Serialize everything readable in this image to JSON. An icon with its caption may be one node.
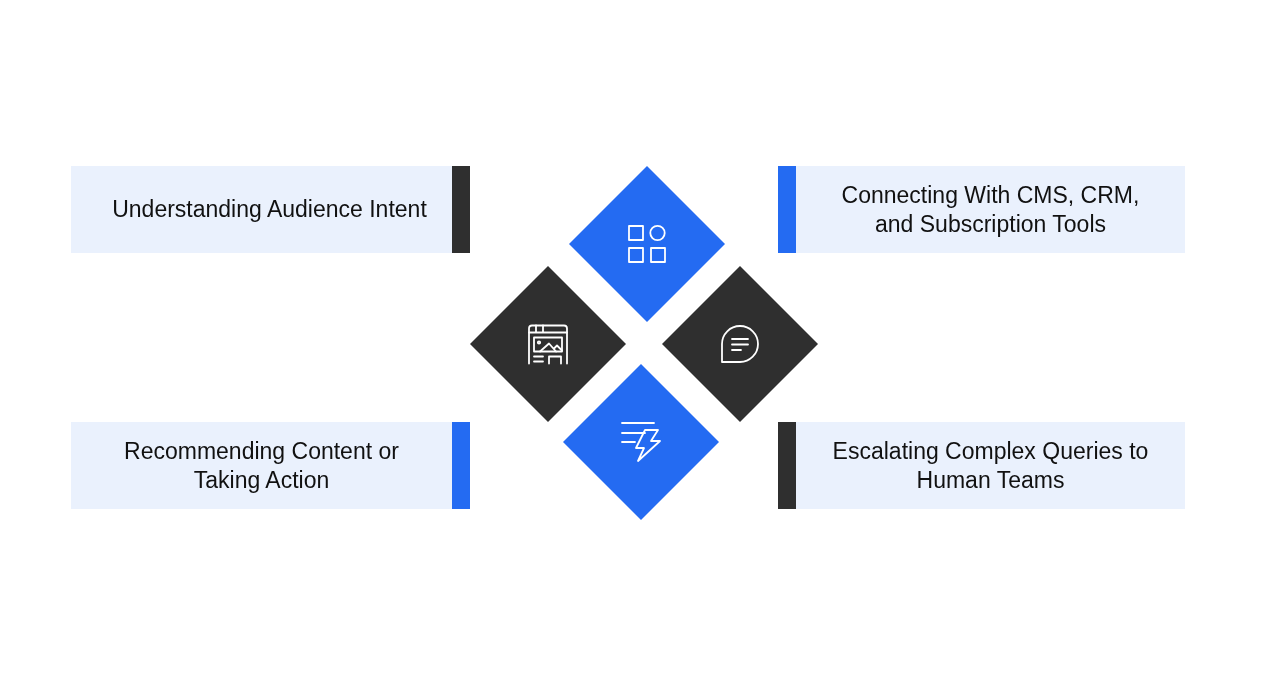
{
  "diagram": {
    "nodes": [
      {
        "text": [
          "Understanding Audience Intent"
        ]
      },
      {
        "text": [],
        "shape": "diamond"
      },
      {
        "text": [
          "Connecting With CMS, CRM, and Subscription Tools"
        ]
      },
      {
        "text": [],
        "shape": "diamond"
      },
      {
        "text": [],
        "shape": "diamond"
      },
      {
        "text": [
          "Recommending Content or Taking Action"
        ]
      },
      {
        "text": [],
        "shape": "diamond"
      },
      {
        "text": [
          "Escalating Complex Queries to Human Teams"
        ]
      }
    ]
  }
}
